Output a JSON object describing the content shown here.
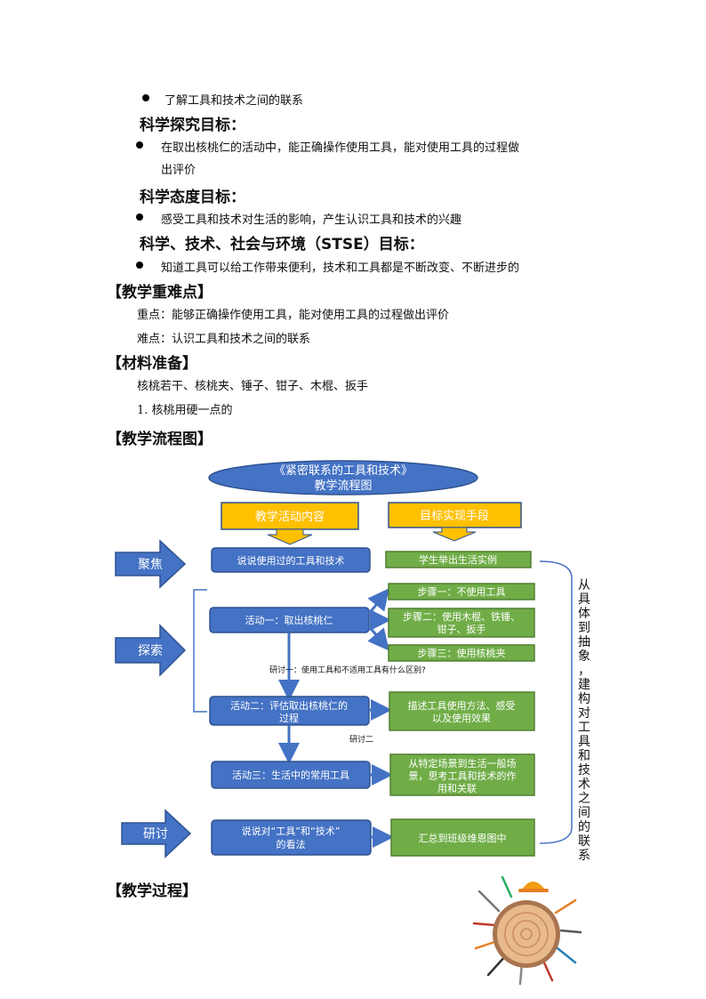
{
  "objectives": {
    "intro_bullet": "了解工具和技术之间的联系",
    "inquiry_heading": "科学探究目标：",
    "inquiry_bullet_line1": "在取出核桃仁的活动中，能正确操作使用工具，能对使用工具的过程做",
    "inquiry_bullet_line2": "出评价",
    "attitude_heading": "科学态度目标：",
    "attitude_bullet": "感受工具和技术对生活的影响，产生认识工具和技术的兴趣",
    "stse_heading": "科学、技术、社会与环境（STSE）目标：",
    "stse_bullet": "知道工具可以给工作带来便利，技术和工具都是不断改变、不断进步的"
  },
  "key_points": {
    "heading": "【教学重难点】",
    "key": "重点：能够正确操作使用工具，能对使用工具的过程做出评价",
    "difficult": "难点：认识工具和技术之间的联系"
  },
  "materials": {
    "heading": "【材料准备】",
    "items": "核桃若干、核桃夹、锤子、钳子、木棍、扳手",
    "note": "1. 核桃用硬一点的"
  },
  "flow_heading": "【教学流程图】",
  "flowchart": {
    "title_line1": "《紧密联系的工具和技术》",
    "title_line2": "教学流程图",
    "col_left": "教学活动内容",
    "col_right": "目标实现手段",
    "stage_focus": "聚焦",
    "stage_explore": "探索",
    "stage_discuss": "研讨",
    "box_talk_tools": "说说使用过的工具和技术",
    "box_student_examples": "学生举出生活实例",
    "box_activity1": "活动一：取出核桃仁",
    "step1": "步骤一：不使用工具",
    "step2_line1": "步骤二：使用木棍、铁锤、",
    "step2_line2": "钳子、扳手",
    "step3": "步骤三：使用核桃夹",
    "discuss1": "研讨一：使用工具和不适用工具有什么区别?",
    "box_activity2_line1": "活动二：评估取出核桃仁的",
    "box_activity2_line2": "过程",
    "box_describe_line1": "描述工具使用方法、感受",
    "box_describe_line2": "以及使用效果",
    "discuss2": "研讨二",
    "box_activity3": "活动三：生活中的常用工具",
    "box_scene_line1": "从特定场景到生活一般场",
    "box_scene_line2": "景，思考工具和技术的作",
    "box_scene_line3": "用和关联",
    "box_talk_line1": "说说对“工具”和“技术”",
    "box_talk_line2": "的看法",
    "box_summary": "汇总到班级维恩图中",
    "side_note": "从具体到抽象，建构对工具和技术之间的联系"
  },
  "process_heading": "【教学过程】",
  "colors": {
    "blue_fill": "#4472c4",
    "blue_stroke": "#2f528f",
    "orange_fill": "#ffc000",
    "green_fill": "#70ad47",
    "green_stroke": "#507e32"
  }
}
